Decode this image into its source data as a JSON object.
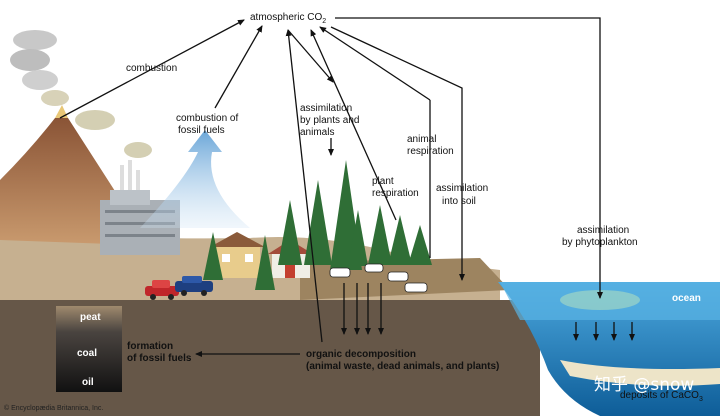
{
  "title": "atmospheric CO",
  "title_sub": "2",
  "labels": {
    "combustion": "combustion",
    "combustion_fossil_1": "combustion of",
    "combustion_fossil_2": "fossil fuels",
    "assim_plants_1": "assimilation",
    "assim_plants_2": "by plants and",
    "assim_plants_3": "animals",
    "plant_resp_1": "plant",
    "plant_resp_2": "respiration",
    "animal_resp_1": "animal",
    "animal_resp_2": "respiration",
    "assim_soil_1": "assimilation",
    "assim_soil_2": "into soil",
    "assim_phyto_1": "assimilation",
    "assim_phyto_2": "by phytoplankton",
    "ocean": "ocean",
    "peat": "peat",
    "coal": "coal",
    "oil": "oil",
    "formation_1": "formation",
    "formation_2": "of fossil fuels",
    "organic_1": "organic decomposition",
    "organic_2": "(animal waste, dead animals, and plants)",
    "deposits": "deposits of CaCO",
    "deposits_sub": "3"
  },
  "credit": "© Encyclopædia Britannica, Inc.",
  "watermark": "知乎 @snow",
  "colors": {
    "sky": "#ffffff",
    "ground": "#665748",
    "ocean": "#2a7fc0",
    "arrow": "#111111",
    "volcano": "#b47a52",
    "tree": "#2f6e36"
  }
}
